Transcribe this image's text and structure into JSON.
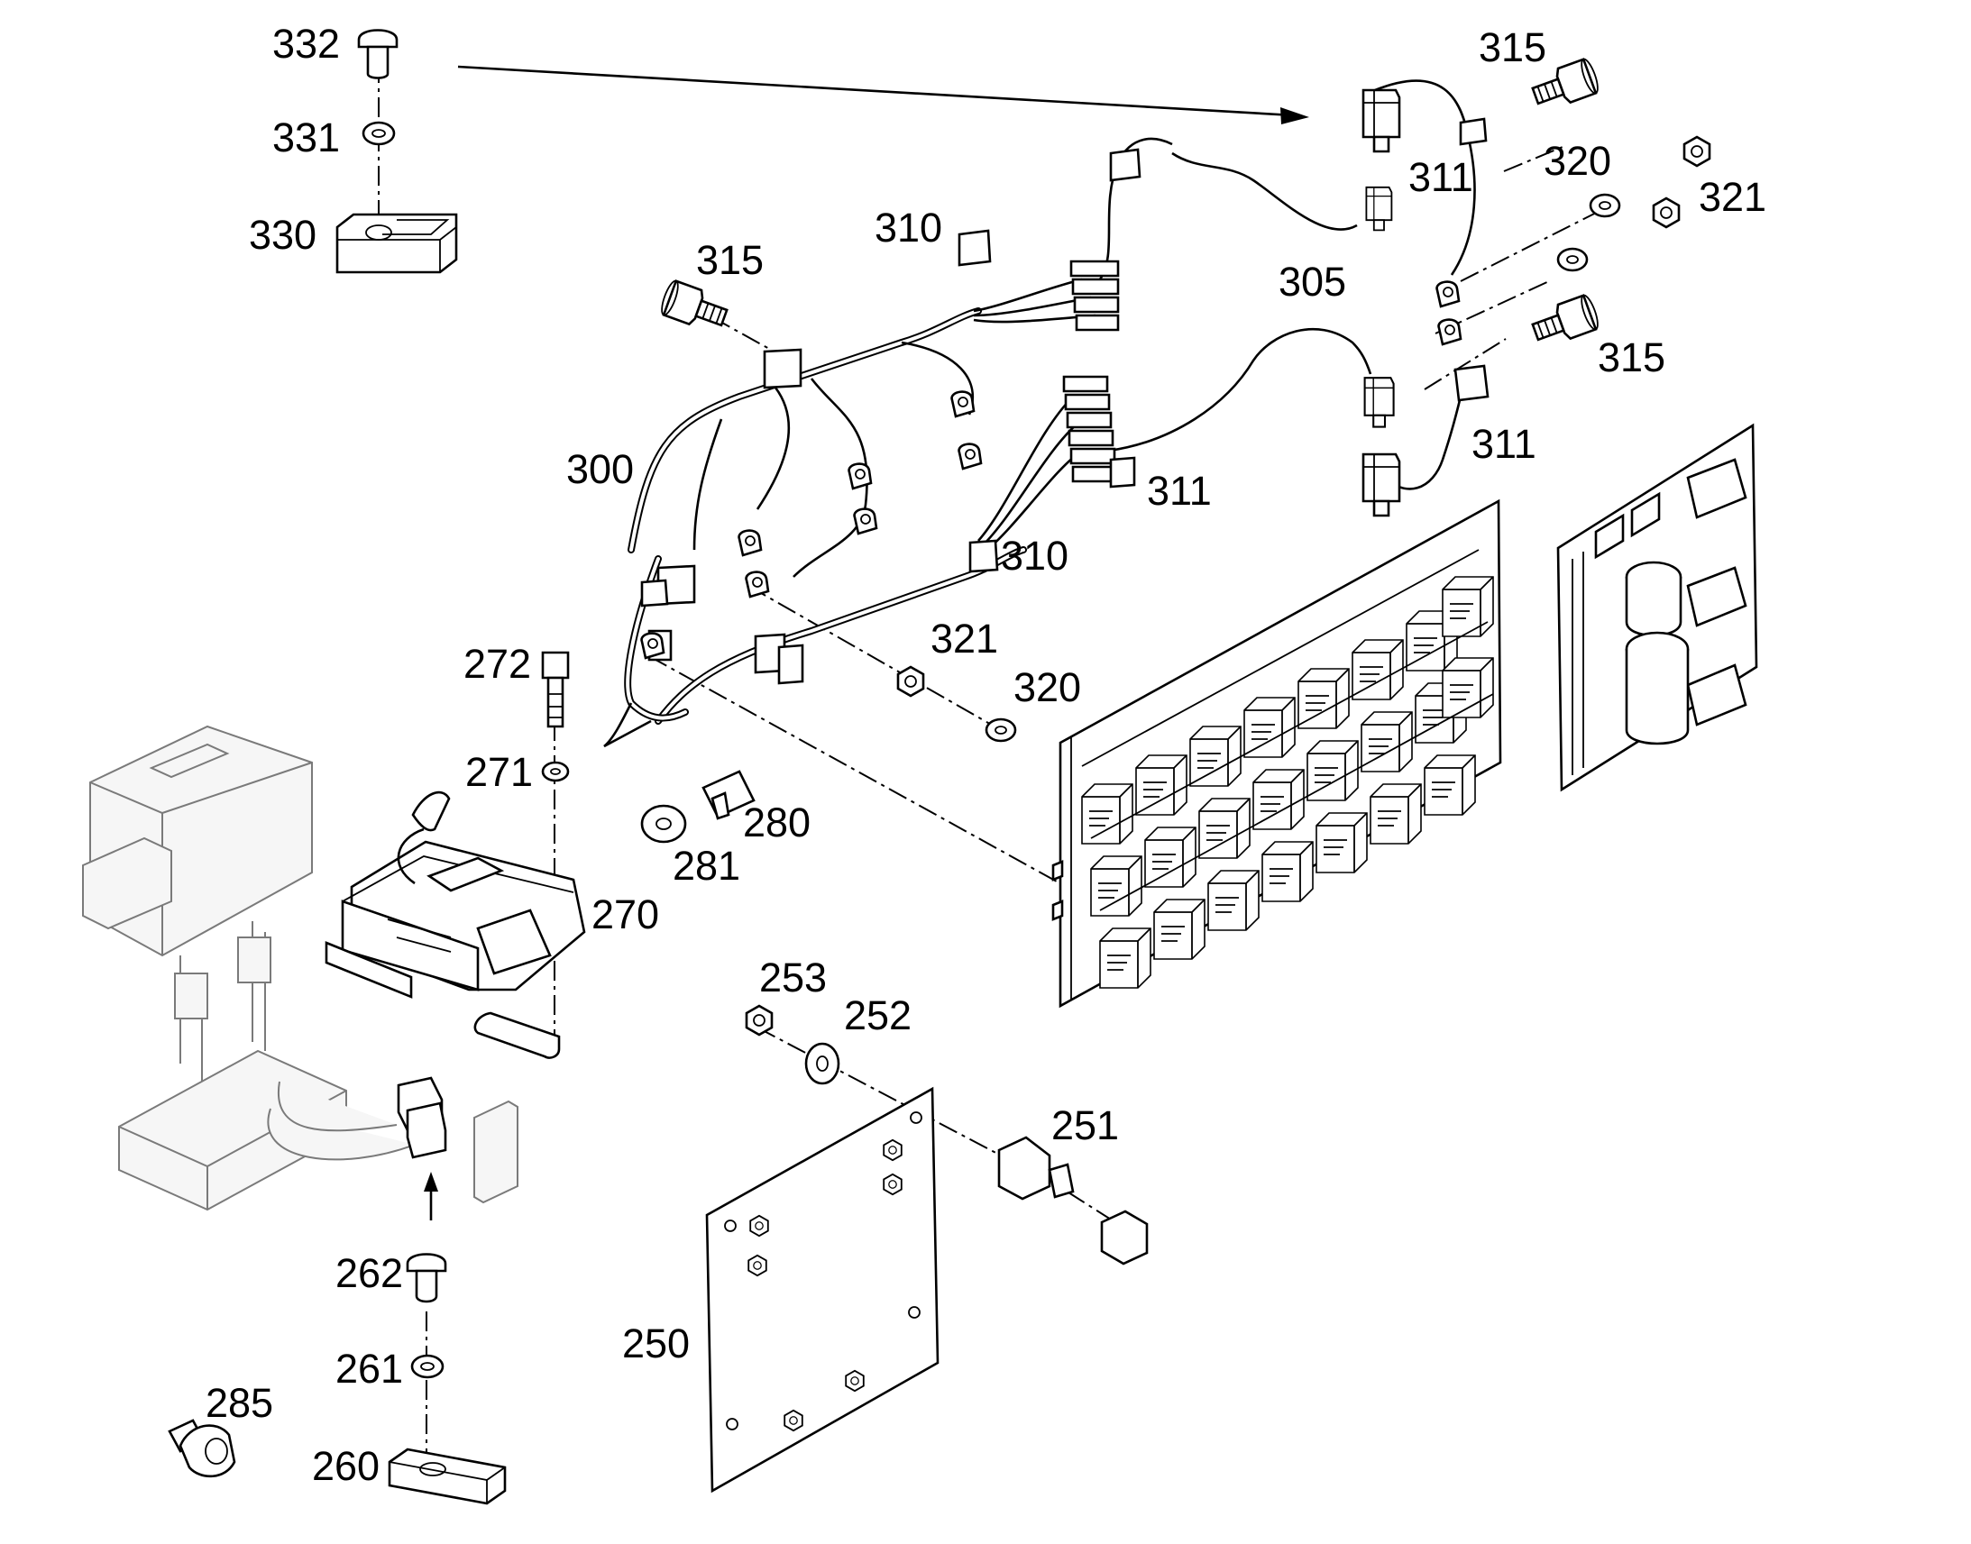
{
  "diagram": {
    "callouts": [
      {
        "id": "332",
        "text": "332"
      },
      {
        "id": "331",
        "text": "331"
      },
      {
        "id": "330",
        "text": "330"
      },
      {
        "id": "315a",
        "text": "315"
      },
      {
        "id": "315b",
        "text": "315"
      },
      {
        "id": "315c",
        "text": "315"
      },
      {
        "id": "311a",
        "text": "311"
      },
      {
        "id": "311b",
        "text": "311"
      },
      {
        "id": "311c",
        "text": "311"
      },
      {
        "id": "320a",
        "text": "320"
      },
      {
        "id": "320b",
        "text": "320"
      },
      {
        "id": "321a",
        "text": "321"
      },
      {
        "id": "321b",
        "text": "321"
      },
      {
        "id": "310a",
        "text": "310"
      },
      {
        "id": "310b",
        "text": "310"
      },
      {
        "id": "305",
        "text": "305"
      },
      {
        "id": "300",
        "text": "300"
      },
      {
        "id": "272",
        "text": "272"
      },
      {
        "id": "271",
        "text": "271"
      },
      {
        "id": "270",
        "text": "270"
      },
      {
        "id": "280",
        "text": "280"
      },
      {
        "id": "281",
        "text": "281"
      },
      {
        "id": "253",
        "text": "253"
      },
      {
        "id": "252",
        "text": "252"
      },
      {
        "id": "251",
        "text": "251"
      },
      {
        "id": "250",
        "text": "250"
      },
      {
        "id": "262",
        "text": "262"
      },
      {
        "id": "261",
        "text": "261"
      },
      {
        "id": "260",
        "text": "260"
      },
      {
        "id": "285",
        "text": "285"
      }
    ]
  }
}
